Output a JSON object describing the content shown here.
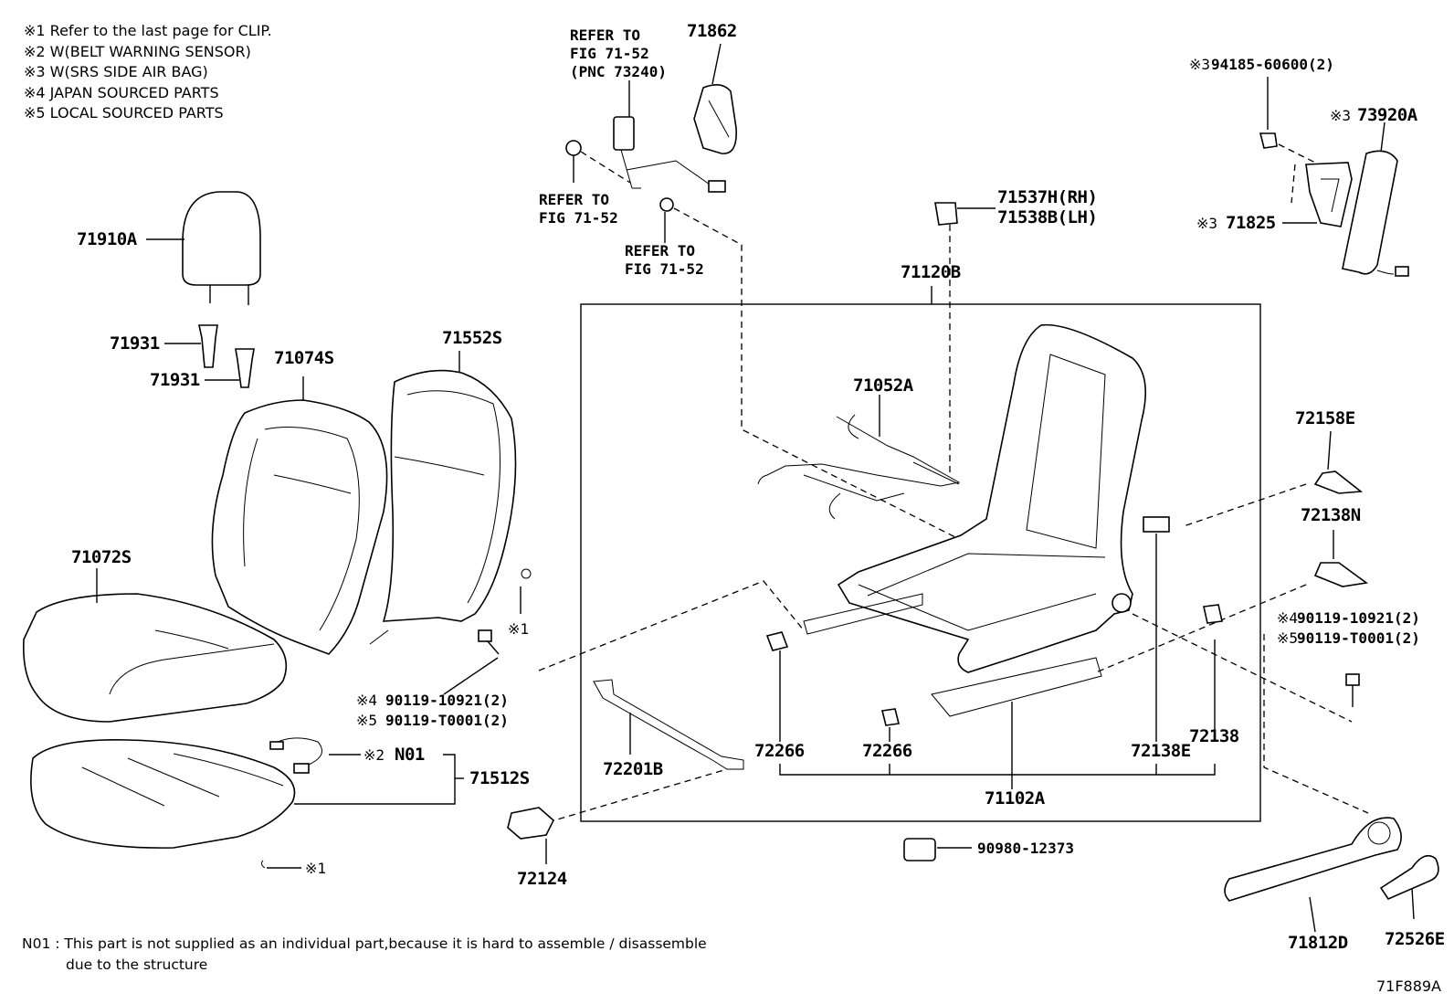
{
  "notes": [
    "※1  Refer to the last page for CLIP.",
    "※2  W(BELT WARNING SENSOR)",
    "※3  W(SRS SIDE AIR BAG)",
    "※4 JAPAN SOURCED PARTS",
    "※5 LOCAL SOURCED PARTS"
  ],
  "footnote": {
    "line1": "N01 : This part is not supplied as an individual part,because it is hard to assemble / disassemble",
    "line2": "due to the structure"
  },
  "figure_code": "71F889A",
  "labels": {
    "refer_to_1": "REFER TO",
    "fig_71_52_1": "FIG 71-52",
    "pnc_73240": "(PNC 73240)",
    "p71862": "71862",
    "refer_to_2": "REFER TO",
    "fig_71_52_2": "FIG 71-52",
    "refer_to_3": "REFER TO",
    "fig_71_52_3": "FIG 71-52",
    "p94185": "94185-60600(2)",
    "mark3a": "※3",
    "p73920a": "73920A",
    "mark3b": "※3",
    "mark3c": "※3",
    "p71825": "71825",
    "p71537h": "71537H(RH)",
    "p71538b": "71538B(LH)",
    "p71910a": "71910A",
    "p71931a": "71931",
    "p71931b": "71931",
    "p71074s": "71074S",
    "p71552s": "71552S",
    "p71120b": "71120B",
    "p71052a": "71052A",
    "p72158e": "72158E",
    "p72138n": "72138N",
    "p71072s": "71072S",
    "mark1a": "※1",
    "mark4a": "※4",
    "p90119_10921a": "90119-10921(2)",
    "mark5a": "※5",
    "p90119_t0001a": "90119-T0001(2)",
    "mark2": "※2",
    "pN01": "N01",
    "p71512s": "71512S",
    "mark1b": "※1",
    "p72124": "72124",
    "p72201b": "72201B",
    "p72266a": "72266",
    "p72266b": "72266",
    "p72138e": "72138E",
    "p72138": "72138",
    "p71102a": "71102A",
    "mark4b": "※4",
    "p90119_10921b": "90119-10921(2)",
    "mark5b": "※5",
    "p90119_t0001b": "90119-T0001(2)",
    "p90980": "90980-12373",
    "p71812d": "71812D",
    "p72526e": "72526E"
  }
}
